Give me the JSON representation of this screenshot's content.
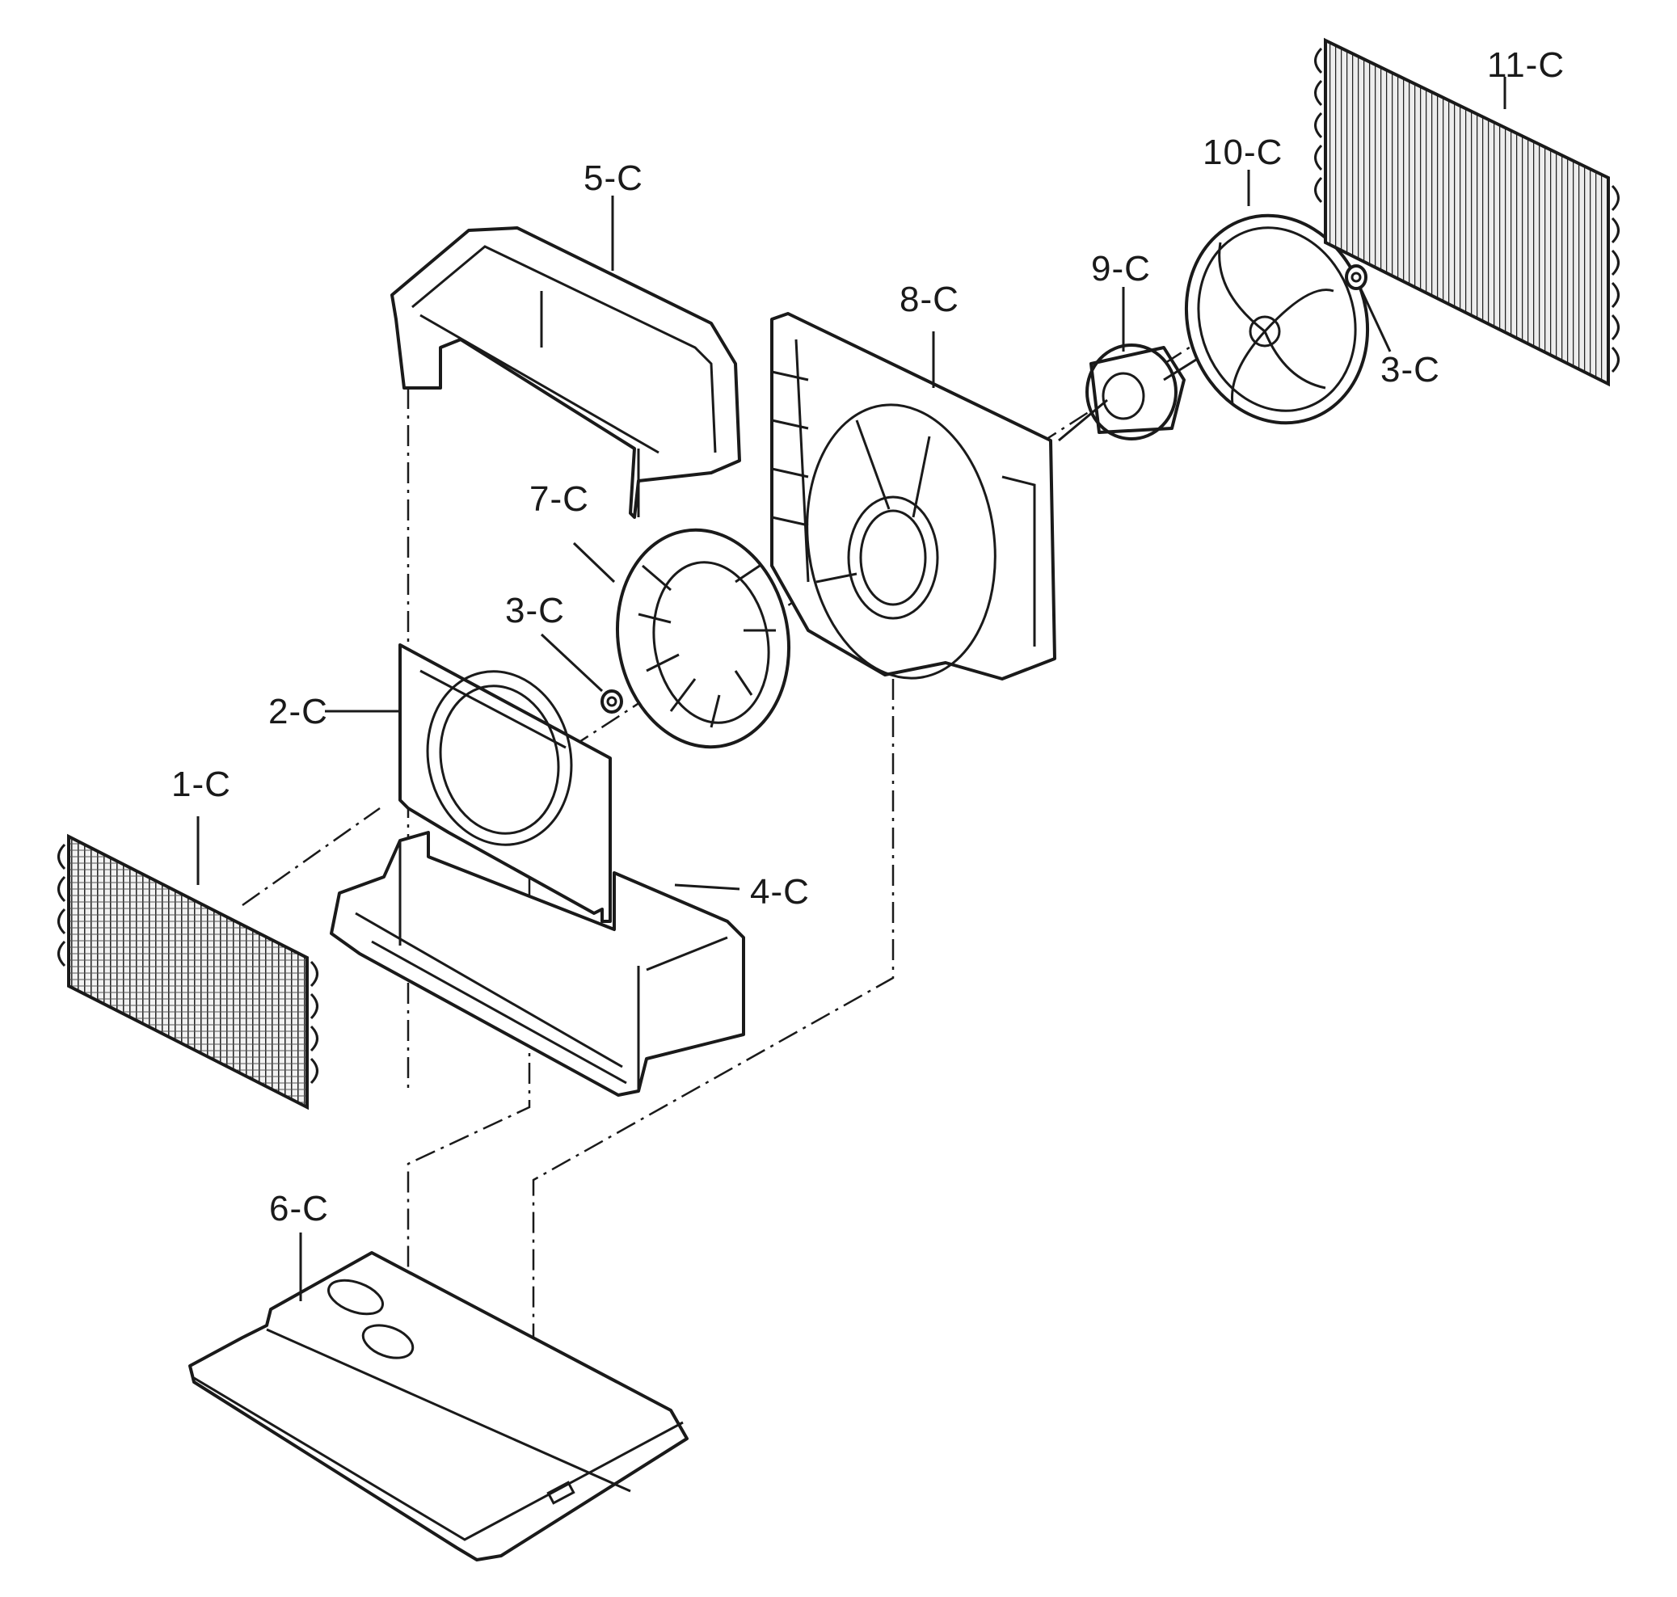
{
  "parts": [
    {
      "id": "1-C"
    },
    {
      "id": "2-C"
    },
    {
      "id": "3-C"
    },
    {
      "id": "3-C"
    },
    {
      "id": "4-C"
    },
    {
      "id": "5-C"
    },
    {
      "id": "6-C"
    },
    {
      "id": "7-C"
    },
    {
      "id": "8-C"
    },
    {
      "id": "9-C"
    },
    {
      "id": "10-C"
    },
    {
      "id": "11-C"
    }
  ],
  "colors": {
    "line": "#1a1a1a",
    "background": "#ffffff"
  }
}
